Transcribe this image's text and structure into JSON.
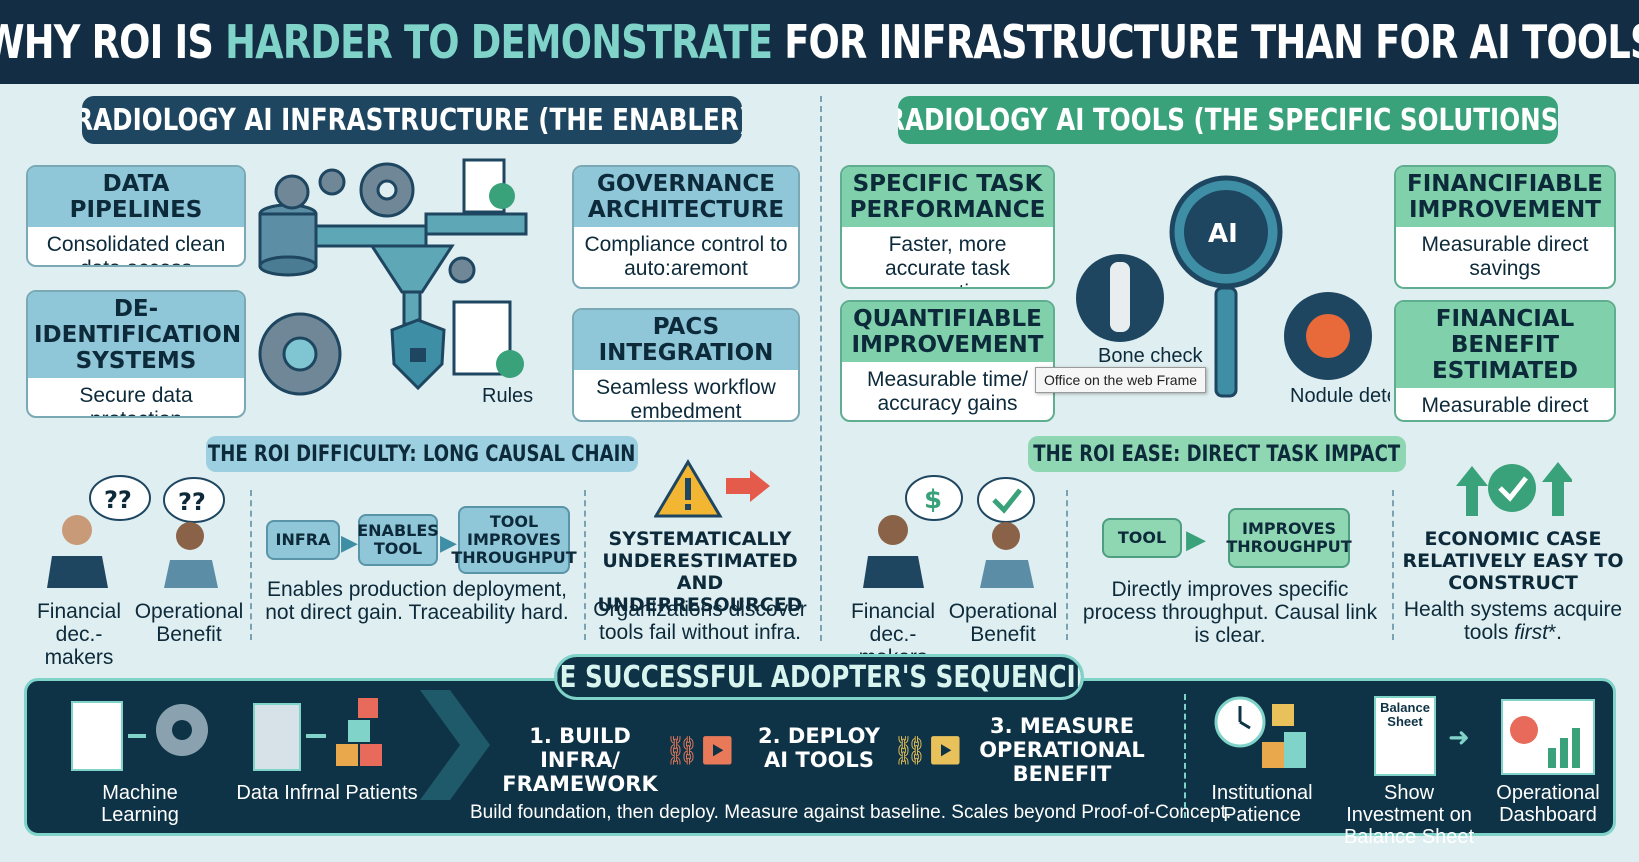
{
  "banner": {
    "part1": "WHY ROI IS ",
    "part2": "HARDER TO DEMONSTRATE",
    "part3": " FOR INFRASTRUCTURE THAN FOR AI TOOLS"
  },
  "left": {
    "title": "RADIOLOGY AI INFRASTRUCTURE (THE ENABLER)",
    "cards": [
      {
        "head": "DATA PIPELINES",
        "body": "Consolidated clean data access"
      },
      {
        "head": "DE-IDENTIFICATION SYSTEMS",
        "body": "Secure data protection"
      },
      {
        "head": "GOVERNANCE ARCHITECTURE",
        "body": "Compliance control to auto:aremont"
      },
      {
        "head": "PACS INTEGRATION",
        "body": "Seamless workflow embedment"
      }
    ],
    "rules_label": "Rules",
    "roi_title": "THE ROI DIFFICULTY: LONG CAUSAL CHAIN",
    "bubble": "??",
    "person1": "Financial dec.-makers",
    "person2": "Operational Benefit",
    "chain": [
      "INFRA",
      "ENABLES TOOL",
      "TOOL IMPROVES THROUGHPUT"
    ],
    "chain_text": "Enables production deployment, not direct gain. Traceability hard.",
    "warn_title": "SYSTEMATICALLY UNDERESTIMATED AND UNDERRESOURCED",
    "warn_text": "Organizations discover tools fail without infra."
  },
  "right": {
    "title": "RADIOLOGY AI TOOLS (THE SPECIFIC SOLUTIONS)",
    "cards": [
      {
        "head": "SPECIFIC TASK PERFORMANCE",
        "body": "Faster, more accurate task execution"
      },
      {
        "head": "QUANTIFIABLE IMPROVEMENT",
        "body": "Measurable time/ accuracy gains"
      },
      {
        "head": "FINANCIFIABLE IMPROVEMENT",
        "body": "Measurable direct savings"
      },
      {
        "head": "FINANCIAL BENEFIT ESTIMATED",
        "body": "Measurable direct savings"
      }
    ],
    "ai_label": "AI",
    "bone_label": "Bone check",
    "nodule_label": "Nodule detection",
    "roi_title": "THE ROI EASE: DIRECT TASK IMPACT",
    "dollar": "$",
    "person1": "Financial dec.-makers",
    "person2": "Operational Benefit",
    "chain": [
      "TOOL",
      "IMPROVES THROUGHPUT"
    ],
    "chain_text": "Directly improves specific process throughput. Causal link is clear.",
    "econ_title": "ECONOMIC CASE RELATIVELY EASY TO CONSTRUCT",
    "econ_text_a": "Health systems acquire tools ",
    "econ_text_b": "first",
    "econ_text_c": "*."
  },
  "sequence": {
    "title": "THE SUCCESSFUL ADOPTER'S SEQUENCING",
    "ml_label": "Machine Learning",
    "data_label": "Data Infrnal Patients",
    "steps": [
      "1. BUILD INFRA/ FRAMEWORK",
      "2. DEPLOY AI TOOLS",
      "3. MEASURE OPERATIONAL BENEFIT"
    ],
    "note": "Build foundation, then deploy. Measure against baseline. Scales beyond Proof-of-Concept.",
    "patience_label": "Institutional Patience",
    "balance_label": "Show Investment on Balance Sheet",
    "balance_sheet_text": "Balance Sheet",
    "dashboard_label": "Operational Dashboard"
  },
  "tooltip": "Office on the web Frame",
  "colors": {
    "navy": "#132d44",
    "teal": "#7fd3c9",
    "green_header": "#3aa27a",
    "blue_header": "#1e4660"
  }
}
